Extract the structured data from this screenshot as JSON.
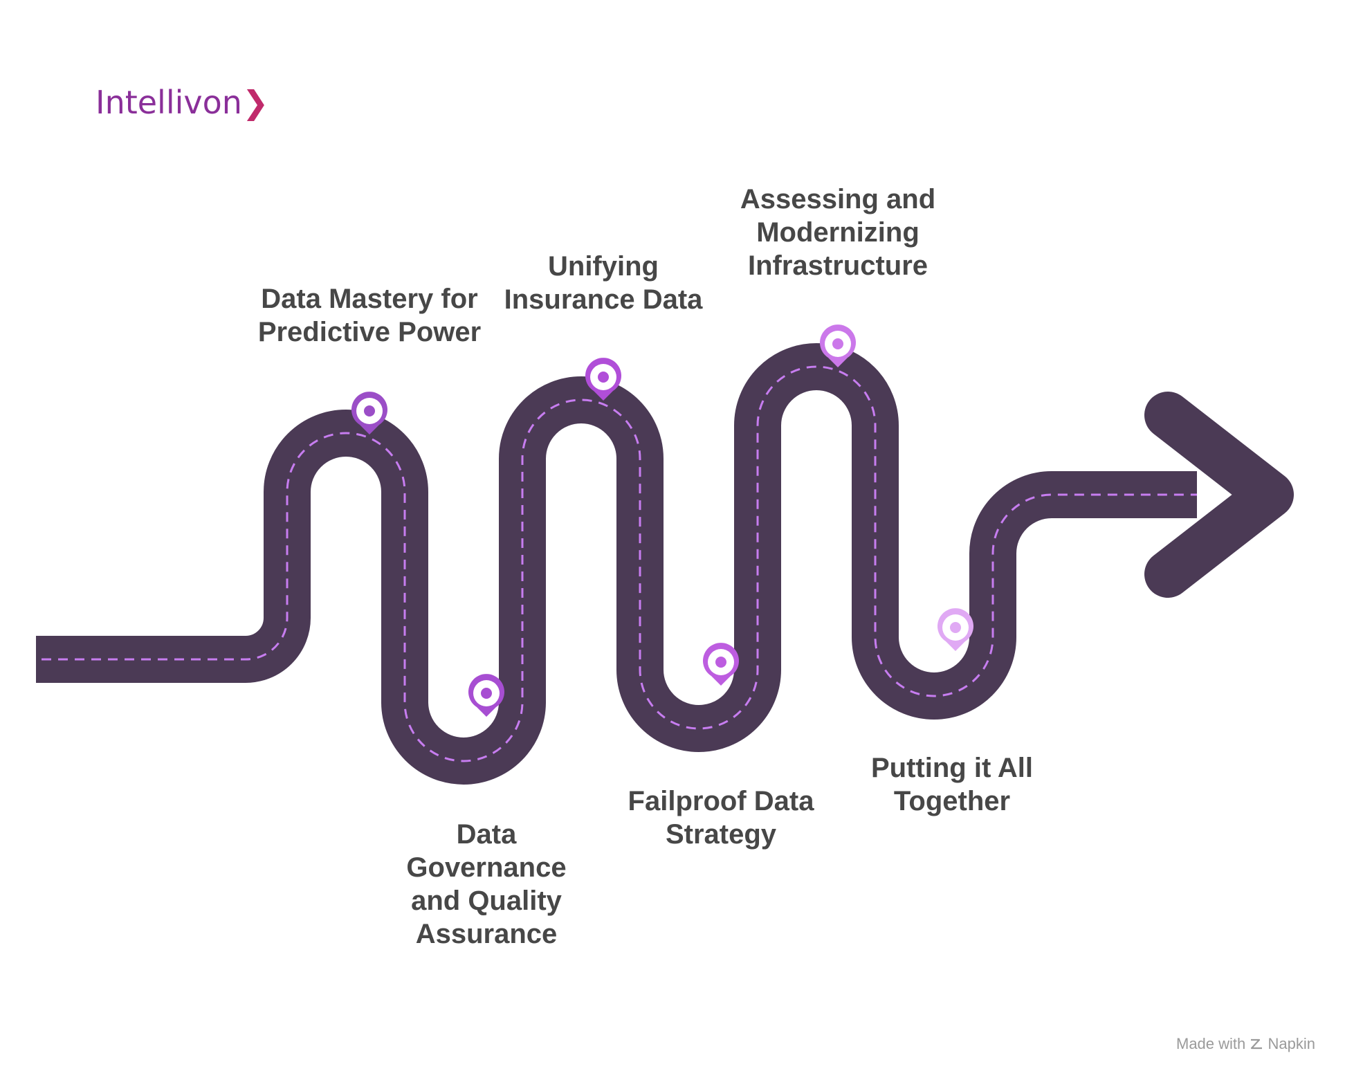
{
  "brand": {
    "name": "Intellivon",
    "chevron": "❯",
    "color": "#8a2f99",
    "accent": "#c02a6b"
  },
  "road": {
    "color": "#4b3a55",
    "dash_color": "#c77df0"
  },
  "steps": [
    {
      "label": "Data Mastery for\nPredictive Power",
      "pin_color": "#9b4ec7"
    },
    {
      "label": "Data\nGovernance\nand Quality\nAssurance",
      "pin_color": "#a74ed2"
    },
    {
      "label": "Unifying\nInsurance Data",
      "pin_color": "#b04ed8"
    },
    {
      "label": "Failproof Data\nStrategy",
      "pin_color": "#bd5de0"
    },
    {
      "label": "Assessing and\nModernizing\nInfrastructure",
      "pin_color": "#cb78ea"
    },
    {
      "label": "Putting it All\nTogether",
      "pin_color": "#e0a9f4"
    }
  ],
  "footer": {
    "made_with": "Made with",
    "app": "Napkin",
    "icon": "napkin-icon"
  }
}
